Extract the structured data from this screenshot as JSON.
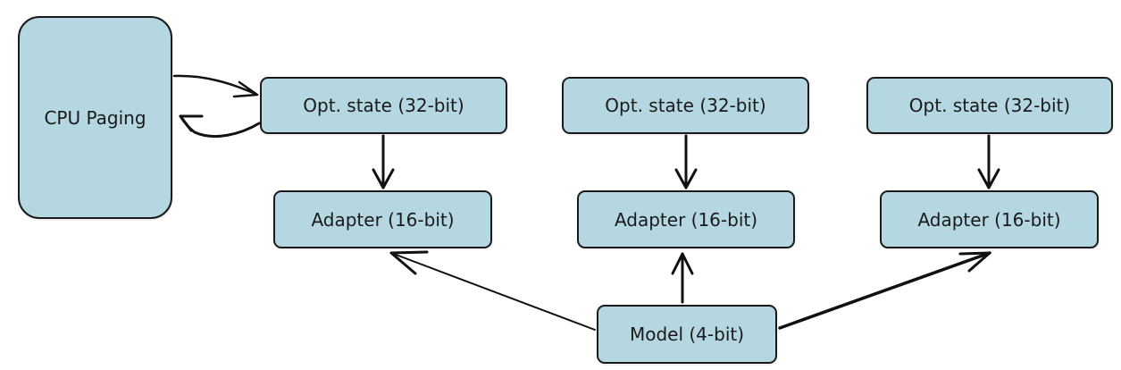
{
  "nodes": {
    "cpu": "CPU Paging",
    "opt_state_1": "Opt. state (32-bit)",
    "opt_state_2": "Opt. state (32-bit)",
    "opt_state_3": "Opt. state (32-bit)",
    "adapter_1": "Adapter (16-bit)",
    "adapter_2": "Adapter (16-bit)",
    "adapter_3": "Adapter (16-bit)",
    "model": "Model (4-bit)"
  },
  "edges": [
    {
      "from": "cpu",
      "to": "opt_state_1"
    },
    {
      "from": "opt_state_1",
      "to": "cpu"
    },
    {
      "from": "opt_state_1",
      "to": "adapter_1"
    },
    {
      "from": "opt_state_2",
      "to": "adapter_2"
    },
    {
      "from": "opt_state_3",
      "to": "adapter_3"
    },
    {
      "from": "model",
      "to": "adapter_1"
    },
    {
      "from": "model",
      "to": "adapter_2"
    },
    {
      "from": "model",
      "to": "adapter_3"
    }
  ],
  "colors": {
    "box_fill": "#b4d7e1",
    "stroke": "#1a1a1a"
  }
}
